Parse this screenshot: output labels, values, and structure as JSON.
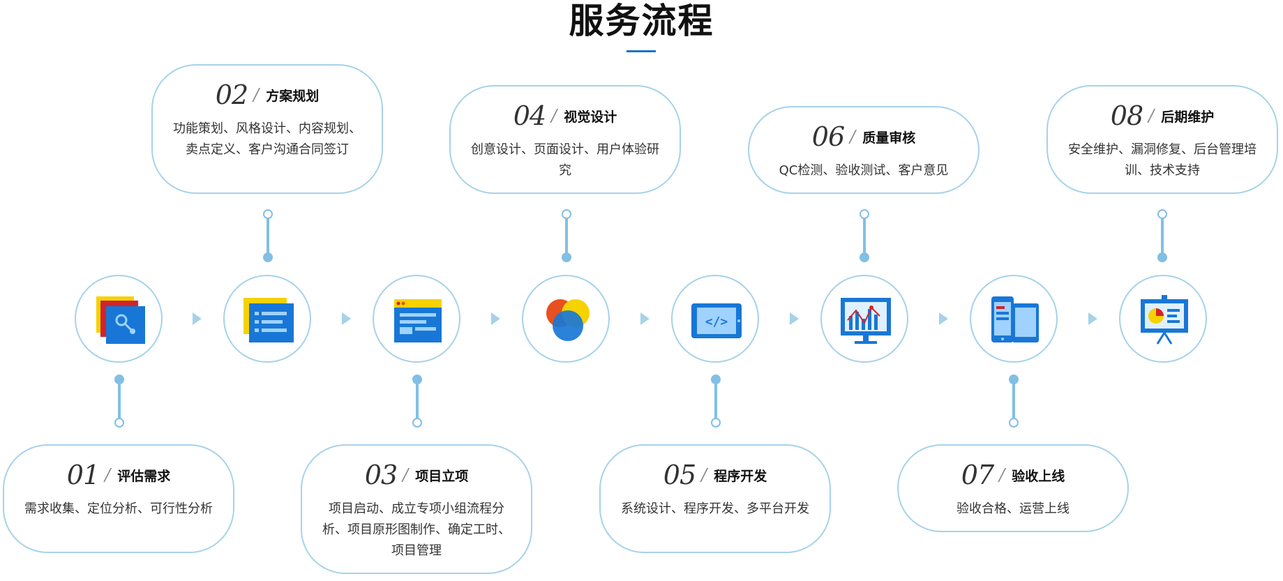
{
  "page": {
    "title": "服务流程"
  },
  "steps": [
    {
      "num": "01",
      "name": "评估需求",
      "desc": "需求收集、定位分析、可行性分析",
      "icon": "layers-search-icon"
    },
    {
      "num": "02",
      "name": "方案规划",
      "desc": "功能策划、风格设计、内容规划、卖点定义、客户沟通合同签订",
      "icon": "document-list-icon"
    },
    {
      "num": "03",
      "name": "项目立项",
      "desc": "项目启动、成立专项小组流程分析、项目原形图制作、确定工时、项目管理",
      "icon": "browser-window-icon"
    },
    {
      "num": "04",
      "name": "视觉设计",
      "desc": "创意设计、页面设计、用户体验研究",
      "icon": "color-circles-icon"
    },
    {
      "num": "05",
      "name": "程序开发",
      "desc": "系统设计、程序开发、多平台开发",
      "icon": "code-tablet-icon"
    },
    {
      "num": "06",
      "name": "质量审核",
      "desc": "QC检测、验收测试、客户意见",
      "icon": "monitor-chart-icon"
    },
    {
      "num": "07",
      "name": "验收上线",
      "desc": "验收合格、运营上线",
      "icon": "mobile-devices-icon"
    },
    {
      "num": "08",
      "name": "后期维护",
      "desc": "安全维护、漏洞修复、后台管理培训、技术支持",
      "icon": "presentation-board-icon"
    }
  ],
  "colors": {
    "accent": "#1a73c7",
    "line": "#82bfe4",
    "border": "#a6d2ea",
    "yellow": "#f5d200",
    "red": "#d2232a",
    "blue": "#1877d6",
    "orange": "#e8501f"
  }
}
